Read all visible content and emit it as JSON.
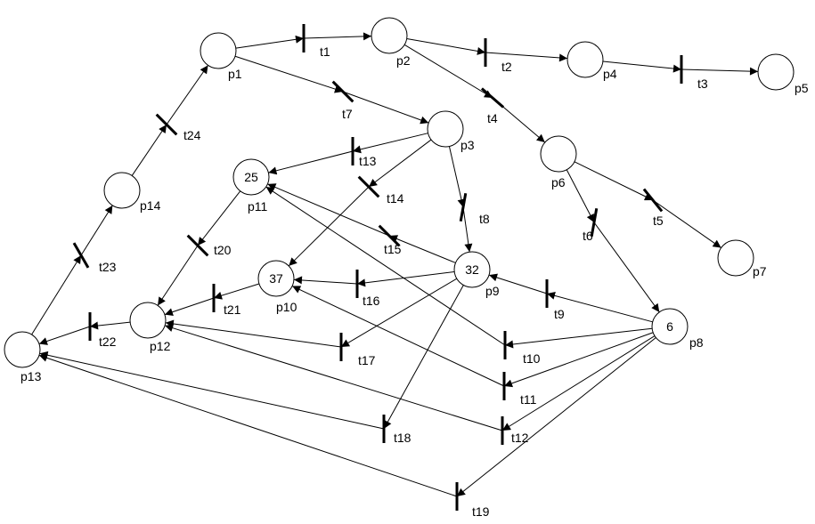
{
  "colors": {
    "background": "#ffffff",
    "stroke": "#000000",
    "text": "#000000"
  },
  "places": [
    {
      "id": "p1",
      "label": "p1",
      "tokens": ""
    },
    {
      "id": "p2",
      "label": "p2",
      "tokens": ""
    },
    {
      "id": "p3",
      "label": "p3",
      "tokens": ""
    },
    {
      "id": "p4",
      "label": "p4",
      "tokens": ""
    },
    {
      "id": "p5",
      "label": "p5",
      "tokens": ""
    },
    {
      "id": "p6",
      "label": "p6",
      "tokens": ""
    },
    {
      "id": "p7",
      "label": "p7",
      "tokens": ""
    },
    {
      "id": "p8",
      "label": "p8",
      "tokens": "6"
    },
    {
      "id": "p9",
      "label": "p9",
      "tokens": "32"
    },
    {
      "id": "p10",
      "label": "p10",
      "tokens": "37"
    },
    {
      "id": "p11",
      "label": "p11",
      "tokens": "25"
    },
    {
      "id": "p12",
      "label": "p12",
      "tokens": ""
    },
    {
      "id": "p13",
      "label": "p13",
      "tokens": ""
    },
    {
      "id": "p14",
      "label": "p14",
      "tokens": ""
    }
  ],
  "transitions": [
    {
      "id": "t1",
      "label": "t1"
    },
    {
      "id": "t2",
      "label": "t2"
    },
    {
      "id": "t3",
      "label": "t3"
    },
    {
      "id": "t4",
      "label": "t4"
    },
    {
      "id": "t5",
      "label": "t5"
    },
    {
      "id": "t6",
      "label": "t6"
    },
    {
      "id": "t7",
      "label": "t7"
    },
    {
      "id": "t8",
      "label": "t8"
    },
    {
      "id": "t9",
      "label": "t9"
    },
    {
      "id": "t10",
      "label": "t10"
    },
    {
      "id": "t11",
      "label": "t11"
    },
    {
      "id": "t12",
      "label": "t12"
    },
    {
      "id": "t13",
      "label": "t13"
    },
    {
      "id": "t14",
      "label": "t14"
    },
    {
      "id": "t15",
      "label": "t15"
    },
    {
      "id": "t16",
      "label": "t16"
    },
    {
      "id": "t17",
      "label": "t17"
    },
    {
      "id": "t18",
      "label": "t18"
    },
    {
      "id": "t19",
      "label": "t19"
    },
    {
      "id": "t20",
      "label": "t20"
    },
    {
      "id": "t21",
      "label": "t21"
    },
    {
      "id": "t22",
      "label": "t22"
    },
    {
      "id": "t23",
      "label": "t23"
    },
    {
      "id": "t24",
      "label": "t24"
    }
  ],
  "arcs": [
    [
      "p1",
      "t1"
    ],
    [
      "t1",
      "p2"
    ],
    [
      "p2",
      "t2"
    ],
    [
      "t2",
      "p4"
    ],
    [
      "p4",
      "t3"
    ],
    [
      "t3",
      "p5"
    ],
    [
      "p2",
      "t4"
    ],
    [
      "t4",
      "p6"
    ],
    [
      "p6",
      "t5"
    ],
    [
      "t5",
      "p7"
    ],
    [
      "p6",
      "t6"
    ],
    [
      "t6",
      "p8"
    ],
    [
      "p1",
      "t7"
    ],
    [
      "t7",
      "p3"
    ],
    [
      "p3",
      "t8"
    ],
    [
      "t8",
      "p9"
    ],
    [
      "p3",
      "t13"
    ],
    [
      "t13",
      "p11"
    ],
    [
      "p3",
      "t14"
    ],
    [
      "t14",
      "p10"
    ],
    [
      "p8",
      "t9"
    ],
    [
      "t9",
      "p9"
    ],
    [
      "p8",
      "t10"
    ],
    [
      "t10",
      "p11"
    ],
    [
      "p8",
      "t11"
    ],
    [
      "t11",
      "p10"
    ],
    [
      "p8",
      "t12"
    ],
    [
      "t12",
      "p12"
    ],
    [
      "p8",
      "t19"
    ],
    [
      "t19",
      "p13"
    ],
    [
      "p9",
      "t15"
    ],
    [
      "t15",
      "p11"
    ],
    [
      "p9",
      "t16"
    ],
    [
      "t16",
      "p10"
    ],
    [
      "p9",
      "t17"
    ],
    [
      "t17",
      "p12"
    ],
    [
      "p9",
      "t18"
    ],
    [
      "t18",
      "p13"
    ],
    [
      "p11",
      "t20"
    ],
    [
      "t20",
      "p12"
    ],
    [
      "p10",
      "t21"
    ],
    [
      "t21",
      "p12"
    ],
    [
      "p12",
      "t22"
    ],
    [
      "t22",
      "p13"
    ],
    [
      "p13",
      "t23"
    ],
    [
      "t23",
      "p14"
    ],
    [
      "p14",
      "t24"
    ],
    [
      "t24",
      "p1"
    ]
  ]
}
